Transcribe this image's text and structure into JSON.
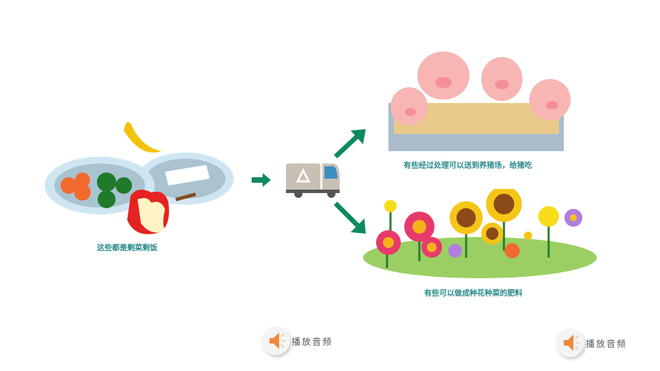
{
  "captions": {
    "leftovers": "这些都是剩菜剩饭",
    "pig_farm": "有些经过处理可以送到养猪场，给猪吃",
    "fertilizer": "有些可以做成种花种菜的肥料"
  },
  "audio_buttons": [
    {
      "label": "播放音频"
    },
    {
      "label": "播放音频"
    }
  ],
  "colors": {
    "arrow": "#0e8a5f",
    "caption": "#2a8a8a",
    "speaker": "#f0883a"
  }
}
